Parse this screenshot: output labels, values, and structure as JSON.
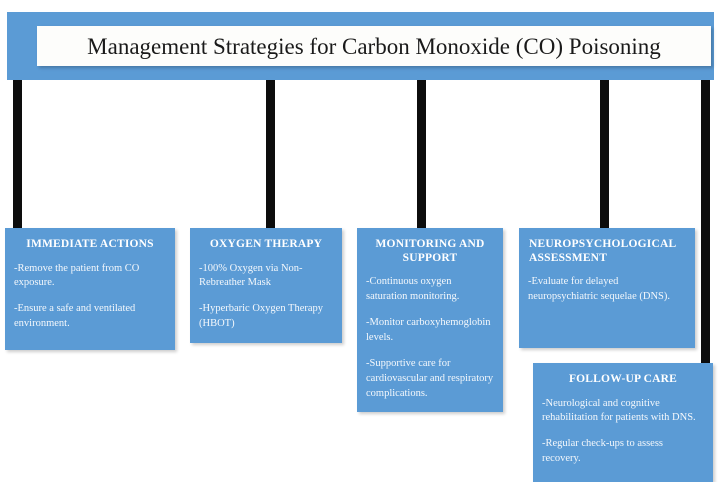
{
  "diagram": {
    "title": "Management Strategies for Carbon Monoxide (CO) Poisoning",
    "accent_color": "#5b9bd5",
    "connector_color": "#0d0d0d",
    "title_text_color": "#1a1a1a",
    "node_text_color": "#ffffff",
    "background_color": "#ffffff",
    "nodes": [
      {
        "id": "immediate-actions",
        "title": "IMMEDIATE ACTIONS",
        "title_align": "center",
        "bullets": [
          "-Remove the patient from CO exposure.",
          "-Ensure a safe and ventilated environment."
        ]
      },
      {
        "id": "oxygen-therapy",
        "title": "OXYGEN THERAPY",
        "title_align": "center",
        "bullets": [
          "-100% Oxygen via Non-Rebreather Mask",
          "-Hyperbaric Oxygen Therapy (HBOT)"
        ]
      },
      {
        "id": "monitoring-and-support",
        "title": "MONITORING AND SUPPORT",
        "title_align": "center",
        "bullets": [
          "-Continuous oxygen saturation monitoring.",
          "-Monitor carboxyhemoglobin levels.",
          "-Supportive care for cardiovascular and respiratory complications."
        ]
      },
      {
        "id": "neuropsychological-assessment",
        "title": "NEUROPSYCHOLOGICAL ASSESSMENT",
        "title_align": "left",
        "bullets": [
          "-Evaluate for delayed neuropsychiatric sequelae (DNS)."
        ]
      },
      {
        "id": "follow-up-care",
        "title": "FOLLOW-UP CARE",
        "title_align": "center",
        "bullets": [
          "-Neurological and cognitive rehabilitation for patients with DNS.",
          "-Regular check-ups to assess recovery."
        ]
      }
    ]
  }
}
